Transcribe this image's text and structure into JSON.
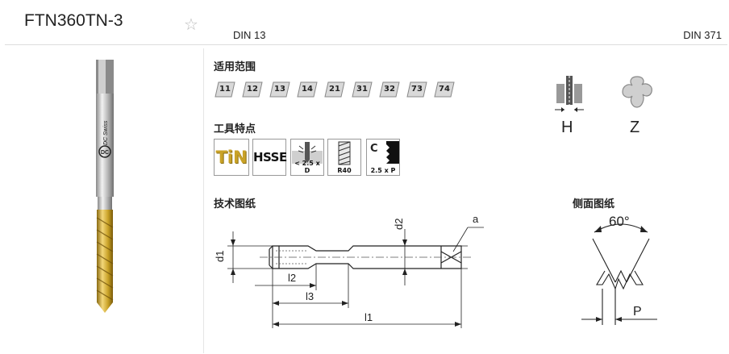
{
  "header": {
    "product_title": "FTN360TN-3",
    "favorite_icon": "star-icon",
    "standard_left": "DIN 13",
    "standard_right": "DIN 371"
  },
  "tool_image": {
    "brand_text": "DC Swiss",
    "icon": "tap-tool-image"
  },
  "application": {
    "heading": "适用范围",
    "materials": [
      "11",
      "12",
      "13",
      "14",
      "21",
      "31",
      "32",
      "73",
      "74"
    ]
  },
  "features": {
    "heading": "工具特点",
    "coating": "TiN",
    "substrate": "HSSE",
    "depth_label": "< 2.5 x D",
    "helix_label": "R40",
    "chamfer_letter": "C",
    "chamfer_label": "2.5 x P"
  },
  "tolerance": {
    "label": "H"
  },
  "flutes": {
    "label": "Z"
  },
  "technical_drawing": {
    "heading": "技术图纸",
    "labels": {
      "d1": "d1",
      "d2": "d2",
      "l1": "l1",
      "l2": "l2",
      "l3": "l3",
      "a": "a"
    }
  },
  "side_view": {
    "heading": "侧面图纸",
    "angle": "60°",
    "pitch": "P"
  },
  "colors": {
    "coating_gold": "#c9a227",
    "tool_silver": "#b8b8b8"
  }
}
